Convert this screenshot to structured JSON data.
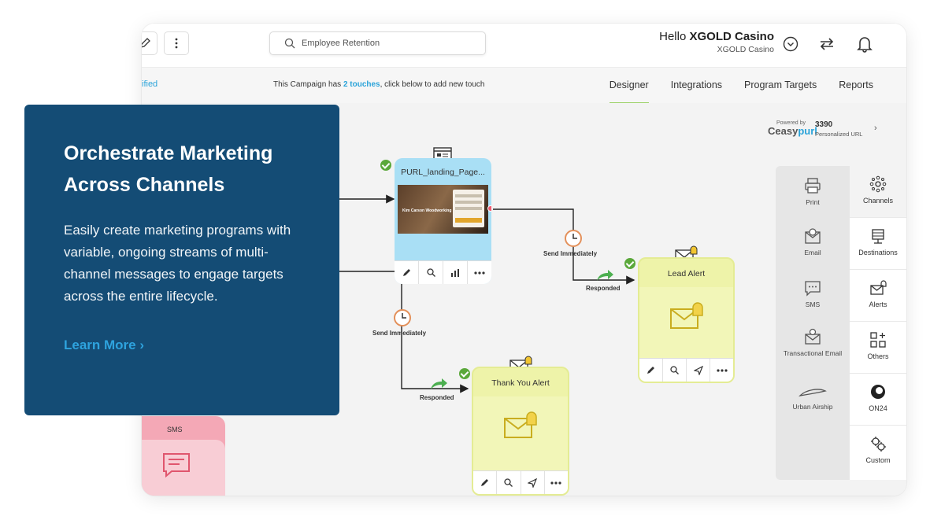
{
  "search": {
    "value": "Employee Retention"
  },
  "header": {
    "hello_prefix": "Hello",
    "user_name": "XGOLD Casino",
    "org_name": "XGOLD Casino"
  },
  "subnav": {
    "status": "ified",
    "info_prefix": "This Campaign has",
    "info_touches": "2 touches",
    "info_suffix": ", click below to add new touch",
    "tabs": [
      {
        "label": "Designer",
        "active": true
      },
      {
        "label": "Integrations",
        "active": false
      },
      {
        "label": "Program Targets",
        "active": false
      },
      {
        "label": "Reports",
        "active": false
      }
    ]
  },
  "purl": {
    "powered_by": "Powered by",
    "logo_prefix": "C",
    "logo_easy": "easy",
    "logo_purl": "purl",
    "count": "3390",
    "count_label": "Personalized URL"
  },
  "palette": {
    "left": [
      "Print",
      "Email",
      "SMS",
      "Transactional Email",
      "Urban Airship"
    ],
    "right": [
      "Channels",
      "Destinations",
      "Alerts",
      "Others",
      "ON24",
      "Custom"
    ]
  },
  "nodes": {
    "purl_page": {
      "title": "PURL_landing_Page...",
      "hero_caption": "Kim Carson Woodworking"
    },
    "lead_alert": {
      "title": "Lead Alert"
    },
    "thank_you_alert": {
      "title": "Thank You Alert"
    }
  },
  "connectors": {
    "send_immediately_1": "Send Immediately",
    "responded_1": "Responded",
    "send_immediately_2": "Send Immediately",
    "responded_2": "Responded"
  },
  "left_block": {
    "sms_label": "SMS"
  },
  "overlay": {
    "title": "Orchestrate Marketing Across Channels",
    "body": "Easily create marketing programs with variable, ongoing streams of multi-channel messages to engage targets across the entire lifecycle.",
    "cta": "Learn More",
    "cta_arrow": "›"
  },
  "colors": {
    "overlay_bg": "#144c75",
    "accent_blue": "#2ea3de",
    "purl_node": "#a9dff5",
    "alert_node": "#eef3a9",
    "sms_pink": "#f4a8b6",
    "success_green": "#5aa83a",
    "tab_underline": "#9ed36a"
  }
}
